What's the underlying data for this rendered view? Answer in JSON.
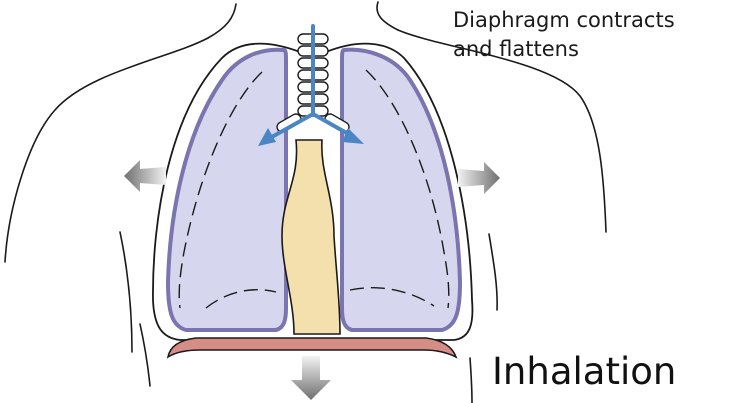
{
  "caption": {
    "line1": "Diaphragm contracts",
    "line2": "and flattens"
  },
  "title": "Inhalation",
  "colors": {
    "lung_fill": "#d6d7ee",
    "lung_edge": "#7a74b0",
    "heart_fill": "#f4e0ad",
    "diaphragm_fill": "#d58d86",
    "airflow_arrow": "#4a86c6",
    "expansion_arrow": "#7f7f7f",
    "outline": "#1a1a1a"
  },
  "icons": [
    "airflow-arrow-icon",
    "chest-expansion-arrow-icon",
    "diaphragm-movement-arrow-icon"
  ]
}
